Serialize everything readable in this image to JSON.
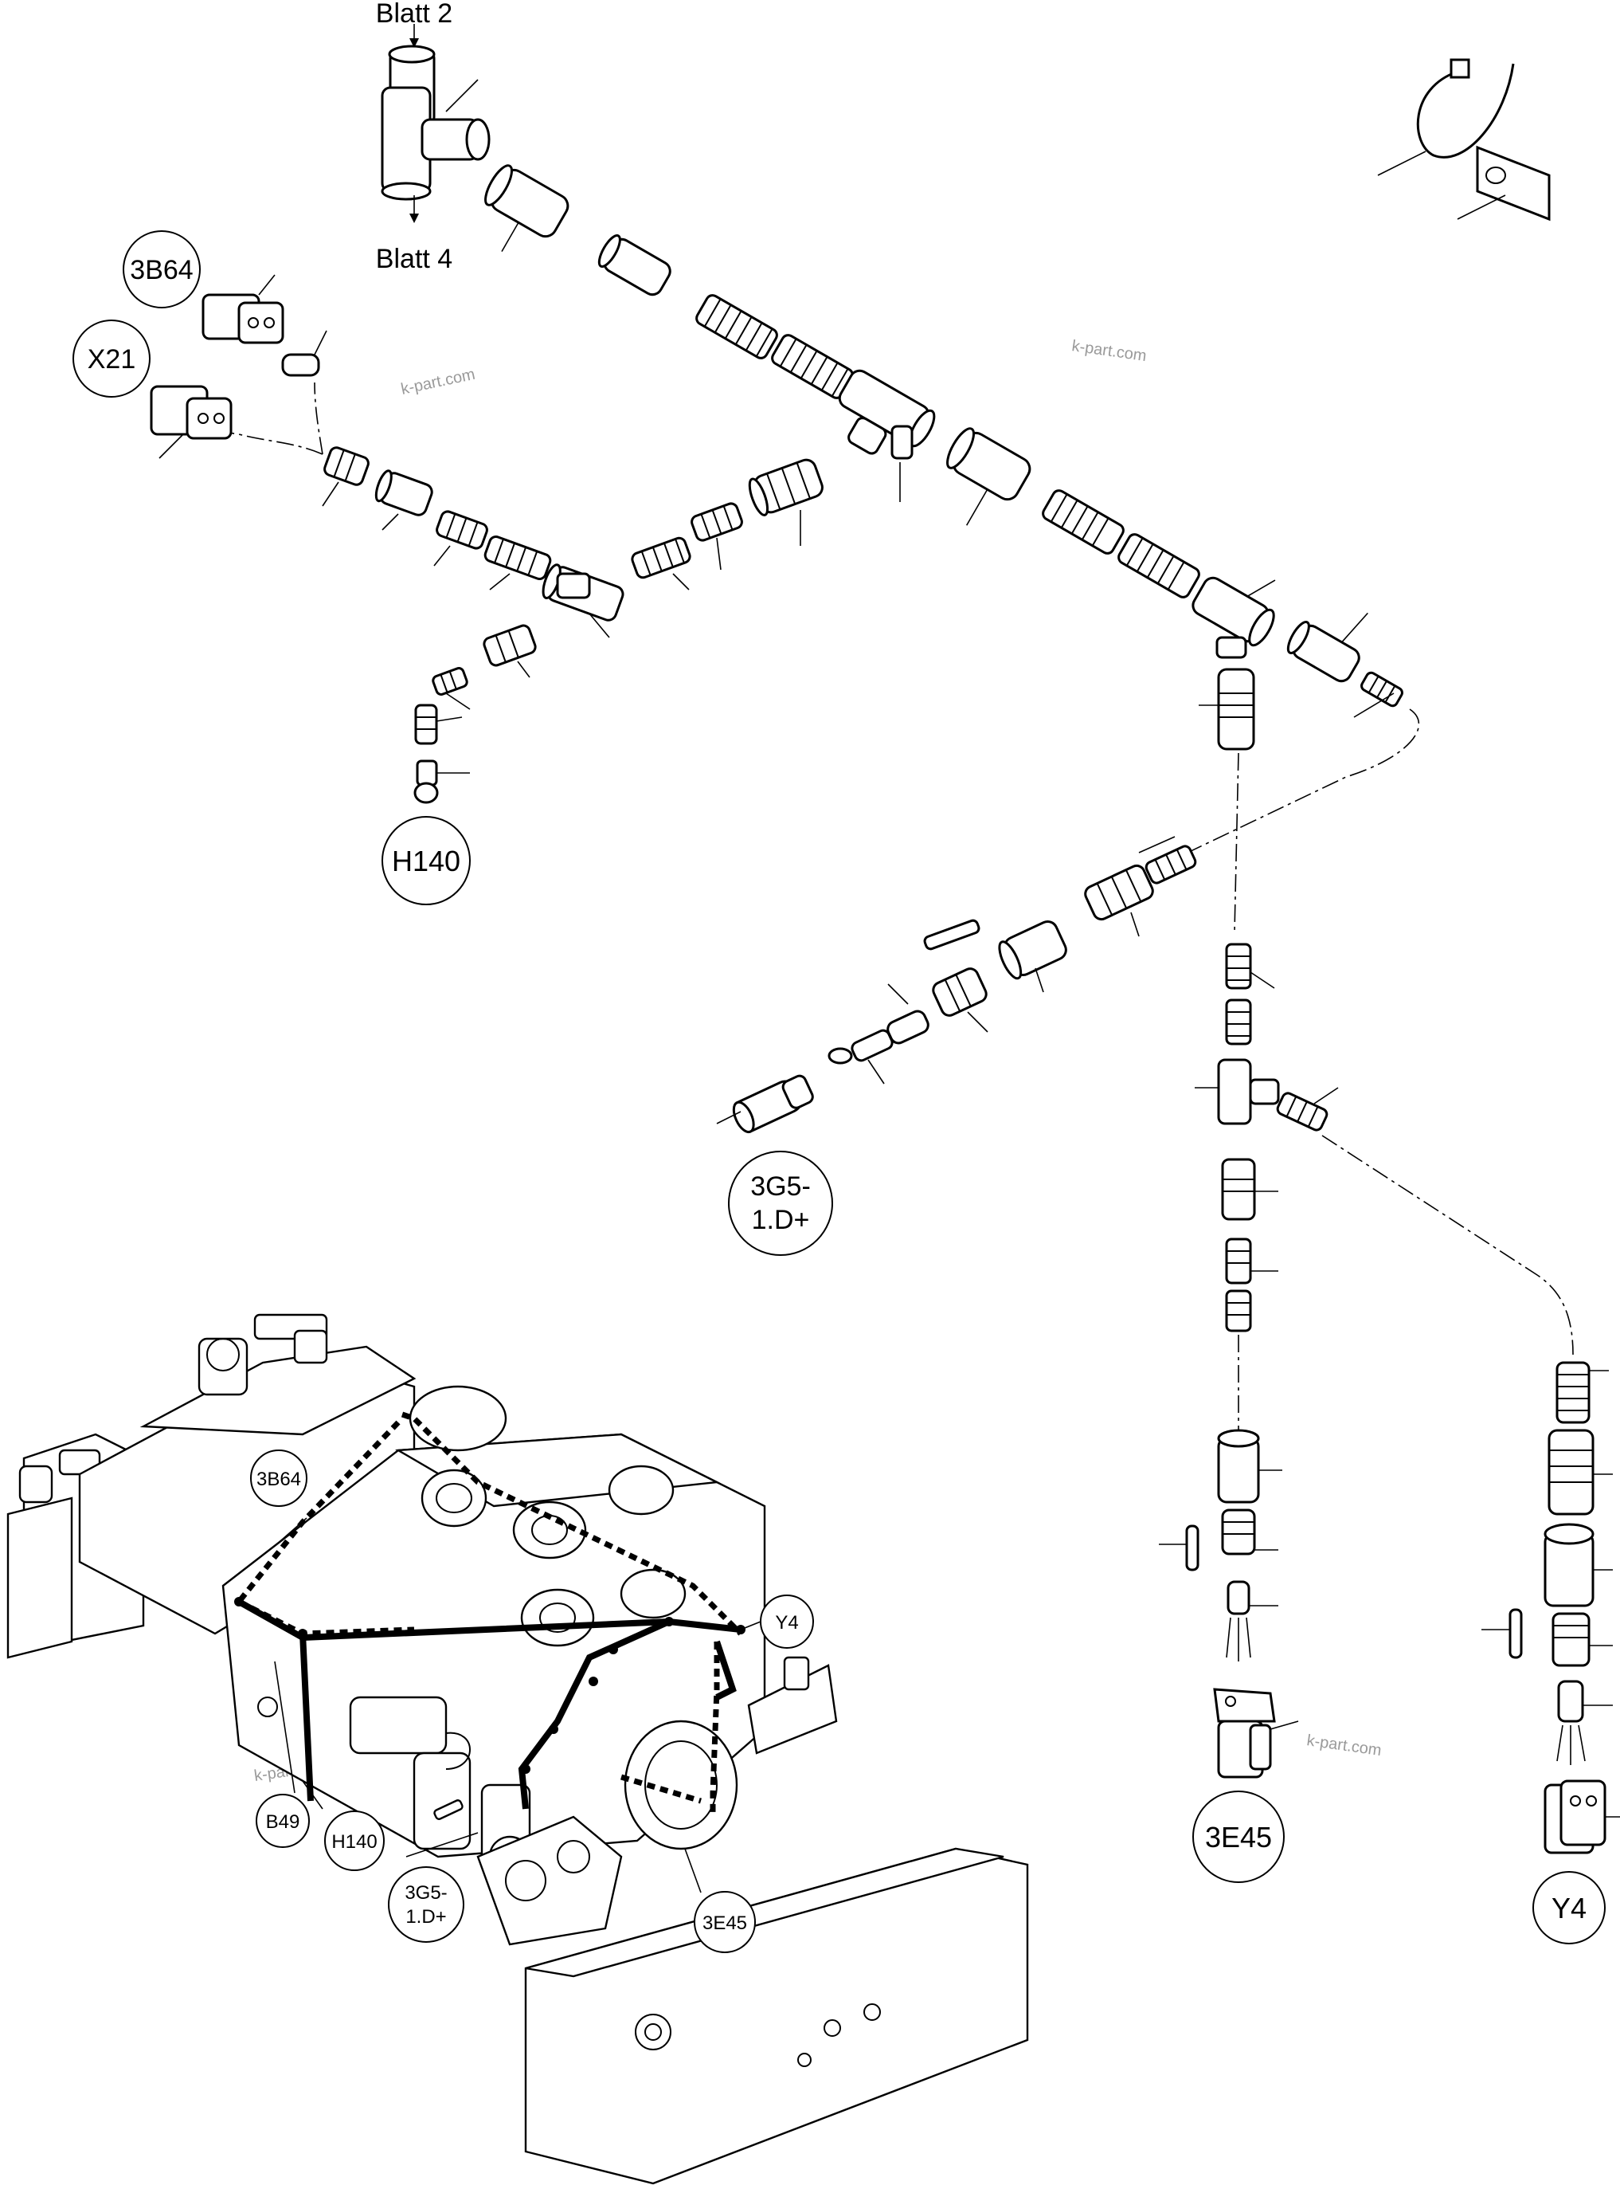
{
  "sheet_refs": {
    "top": "Blatt 2",
    "bottom": "Blatt 4"
  },
  "connectors": {
    "c1": "3B64",
    "c2": "X21",
    "c3": "H140",
    "c4": "3G5-",
    "c4b": "1.D+",
    "c5": "3E45",
    "c6": "Y4"
  },
  "overview": {
    "l1": "3B64",
    "l2": "Y4",
    "l3": "B49",
    "l4": "H140",
    "l5": "3G5-",
    "l5b": "1.D+",
    "l6": "3E45"
  },
  "watermark": "k-part.com"
}
